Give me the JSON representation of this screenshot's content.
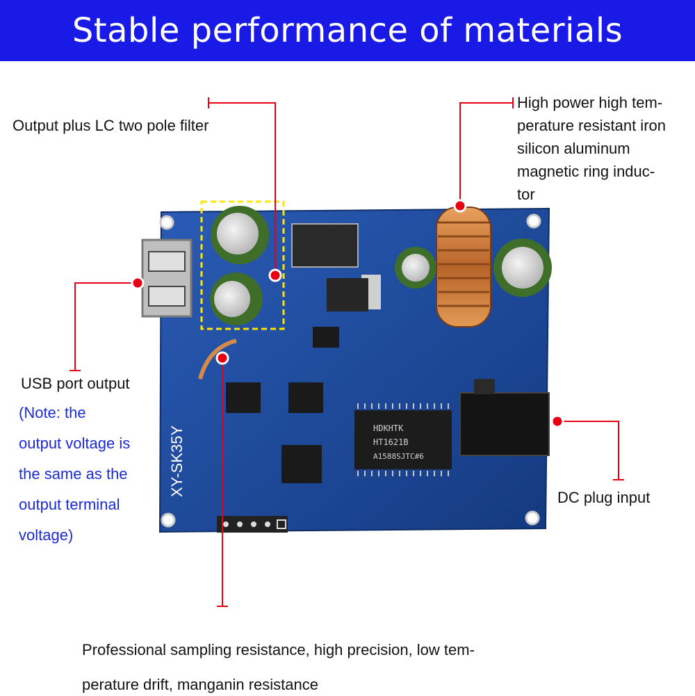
{
  "header": {
    "title": "Stable performance of materials",
    "bg_color": "#1a1ae6"
  },
  "board": {
    "silkscreen": "XY-SK35Y",
    "chip_line1": "HDKHTK",
    "chip_line2": "HT1621B",
    "chip_line3": "A1588SJTC#6"
  },
  "callouts": {
    "lc_filter": "Output plus LC two pole filter",
    "inductor_1": "High power high tem-",
    "inductor_2": "perature resistant iron",
    "inductor_3": "silicon aluminum",
    "inductor_4": "magnetic ring induc-",
    "inductor_5": "tor",
    "usb": "USB port output",
    "note_1": "(Note: the",
    "note_2": "output voltage is",
    "note_3": "the same as the",
    "note_4": "output terminal",
    "note_5": "voltage)",
    "dc": "DC plug input",
    "sampling_1": "Professional sampling resistance, high precision, low tem-",
    "sampling_2": "perature drift, manganin resistance"
  },
  "colors": {
    "accent_line": "#e60012",
    "pcb": "#1e4fa0",
    "note_text": "#1a2bd6"
  }
}
